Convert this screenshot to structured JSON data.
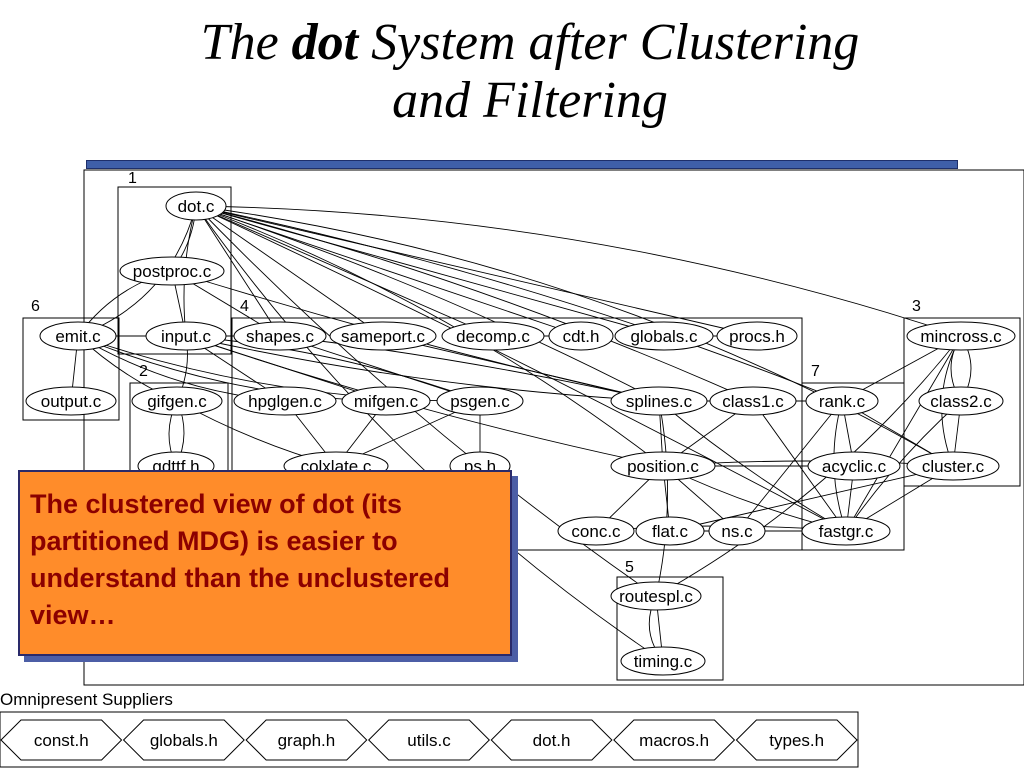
{
  "slide": {
    "title_pre": "The",
    "title_bold": "dot",
    "title_post": "System after Clustering",
    "title_line2": "and Filtering"
  },
  "callout": {
    "text": "The clustered view of dot (its partitioned MDG) is easier to understand than the unclustered view…"
  },
  "omnipresent": {
    "label": "Omnipresent Suppliers",
    "items": [
      "const.h",
      "globals.h",
      "graph.h",
      "utils.c",
      "dot.h",
      "macros.h",
      "types.h"
    ]
  },
  "clusters": [
    "1",
    "2",
    "3",
    "4",
    "5",
    "6",
    "7"
  ],
  "nodes": [
    "dot.c",
    "postproc.c",
    "input.c",
    "emit.c",
    "output.c",
    "gifgen.c",
    "gdttf.h",
    "shapes.c",
    "sameport.c",
    "decomp.c",
    "cdt.h",
    "globals.c",
    "procs.h",
    "hpglgen.c",
    "mifgen.c",
    "psgen.c",
    "colxlate.c",
    "ps.h",
    "splines.c",
    "class1.c",
    "position.c",
    "conc.c",
    "flat.c",
    "ns.c",
    "rank.c",
    "acyclic.c",
    "fastgr.c",
    "mincross.c",
    "class2.c",
    "cluster.c",
    "routespl.c",
    "timing.c"
  ]
}
